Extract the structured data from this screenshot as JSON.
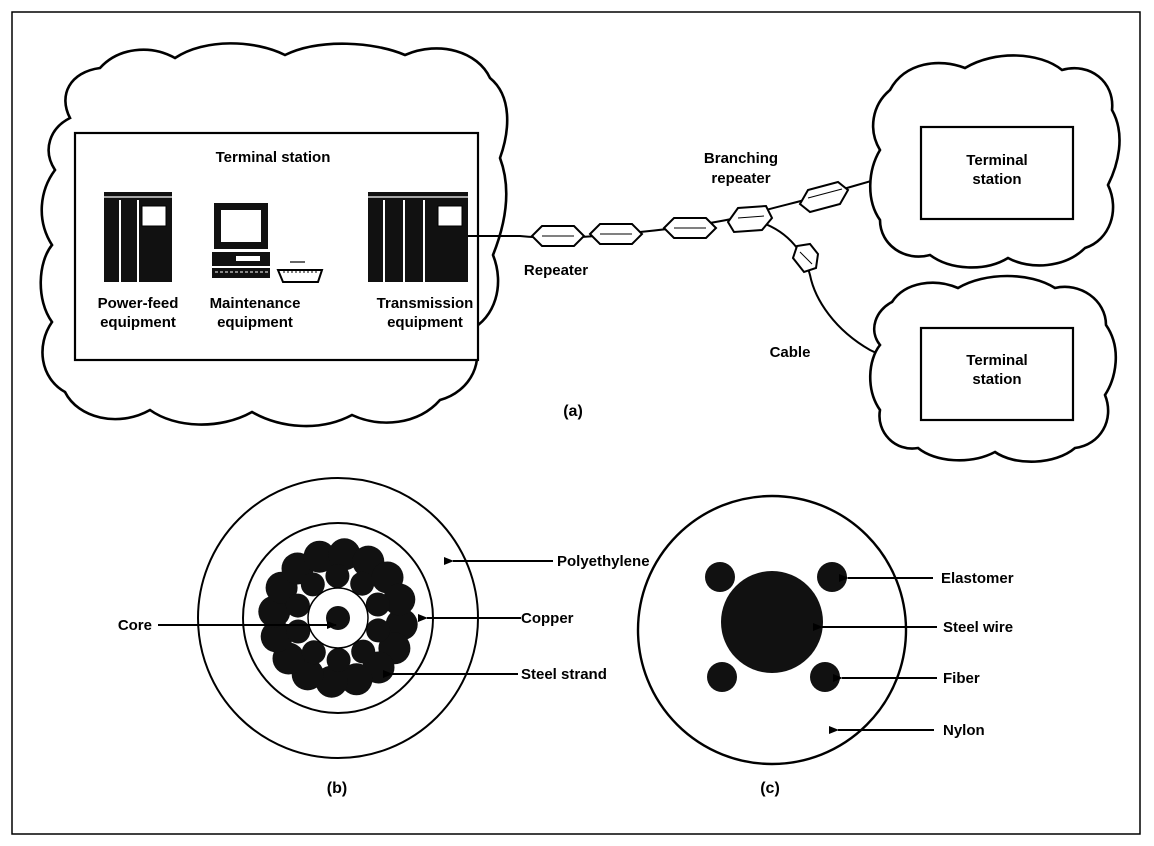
{
  "figure_a": {
    "label": "(a)",
    "station_title": "Terminal station",
    "power_feed_label": [
      "Power-feed",
      "equipment"
    ],
    "maintenance_label": [
      "Maintenance",
      "equipment"
    ],
    "transmission_label": [
      "Transmission",
      "equipment"
    ],
    "repeater_label": "Repeater",
    "branching_label": [
      "Branching",
      "repeater"
    ],
    "cable_label": "Cable",
    "remote_station_upper": [
      "Terminal",
      "station"
    ],
    "remote_station_lower": [
      "Terminal",
      "station"
    ]
  },
  "figure_b": {
    "label": "(b)",
    "polyethylene_label": "Polyethylene",
    "copper_label": "Copper",
    "steel_strand_label": "Steel strand",
    "core_label": "Core"
  },
  "figure_c": {
    "label": "(c)",
    "elastomer_label": "Elastomer",
    "steel_wire_label": "Steel wire",
    "fiber_label": "Fiber",
    "nylon_label": "Nylon"
  }
}
